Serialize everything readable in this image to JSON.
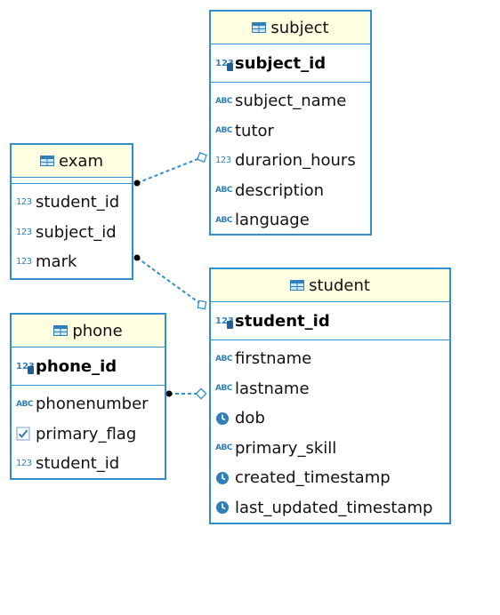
{
  "entities": {
    "subject": {
      "name": "subject",
      "pk": {
        "name": "subject_id",
        "type_icon": "numeric-key-icon"
      },
      "columns": [
        {
          "name": "subject_name",
          "type_icon": "text-type-icon"
        },
        {
          "name": "tutor",
          "type_icon": "text-type-icon"
        },
        {
          "name": "durarion_hours",
          "type_icon": "numeric-type-icon"
        },
        {
          "name": "description",
          "type_icon": "text-type-icon"
        },
        {
          "name": "language",
          "type_icon": "text-type-icon"
        }
      ]
    },
    "exam": {
      "name": "exam",
      "columns": [
        {
          "name": "student_id",
          "type_icon": "numeric-type-icon"
        },
        {
          "name": "subject_id",
          "type_icon": "numeric-type-icon"
        },
        {
          "name": "mark",
          "type_icon": "numeric-type-icon"
        }
      ]
    },
    "phone": {
      "name": "phone",
      "pk": {
        "name": "phone_id",
        "type_icon": "numeric-key-icon"
      },
      "columns": [
        {
          "name": "phonenumber",
          "type_icon": "text-type-icon"
        },
        {
          "name": "primary_flag",
          "type_icon": "boolean-type-icon"
        },
        {
          "name": "student_id",
          "type_icon": "numeric-type-icon"
        }
      ]
    },
    "student": {
      "name": "student",
      "pk": {
        "name": "student_id",
        "type_icon": "numeric-key-icon"
      },
      "columns": [
        {
          "name": "firstname",
          "type_icon": "text-type-icon"
        },
        {
          "name": "lastname",
          "type_icon": "text-type-icon"
        },
        {
          "name": "dob",
          "type_icon": "datetime-type-icon"
        },
        {
          "name": "primary_skill",
          "type_icon": "text-type-icon"
        },
        {
          "name": "created_timestamp",
          "type_icon": "datetime-type-icon"
        },
        {
          "name": "last_updated_timestamp",
          "type_icon": "datetime-type-icon"
        }
      ]
    }
  },
  "icon_text": {
    "numeric": "123",
    "text": "ABC"
  },
  "relationships": [
    {
      "from": "exam.subject_id",
      "to": "subject.subject_id"
    },
    {
      "from": "exam.student_id",
      "to": "student.student_id"
    },
    {
      "from": "phone.student_id",
      "to": "student.student_id"
    }
  ],
  "colors": {
    "border": "#2f8fcf",
    "header_bg": "#ffffe1",
    "link": "#2f8fcf",
    "icon": "#2f7fb8"
  }
}
